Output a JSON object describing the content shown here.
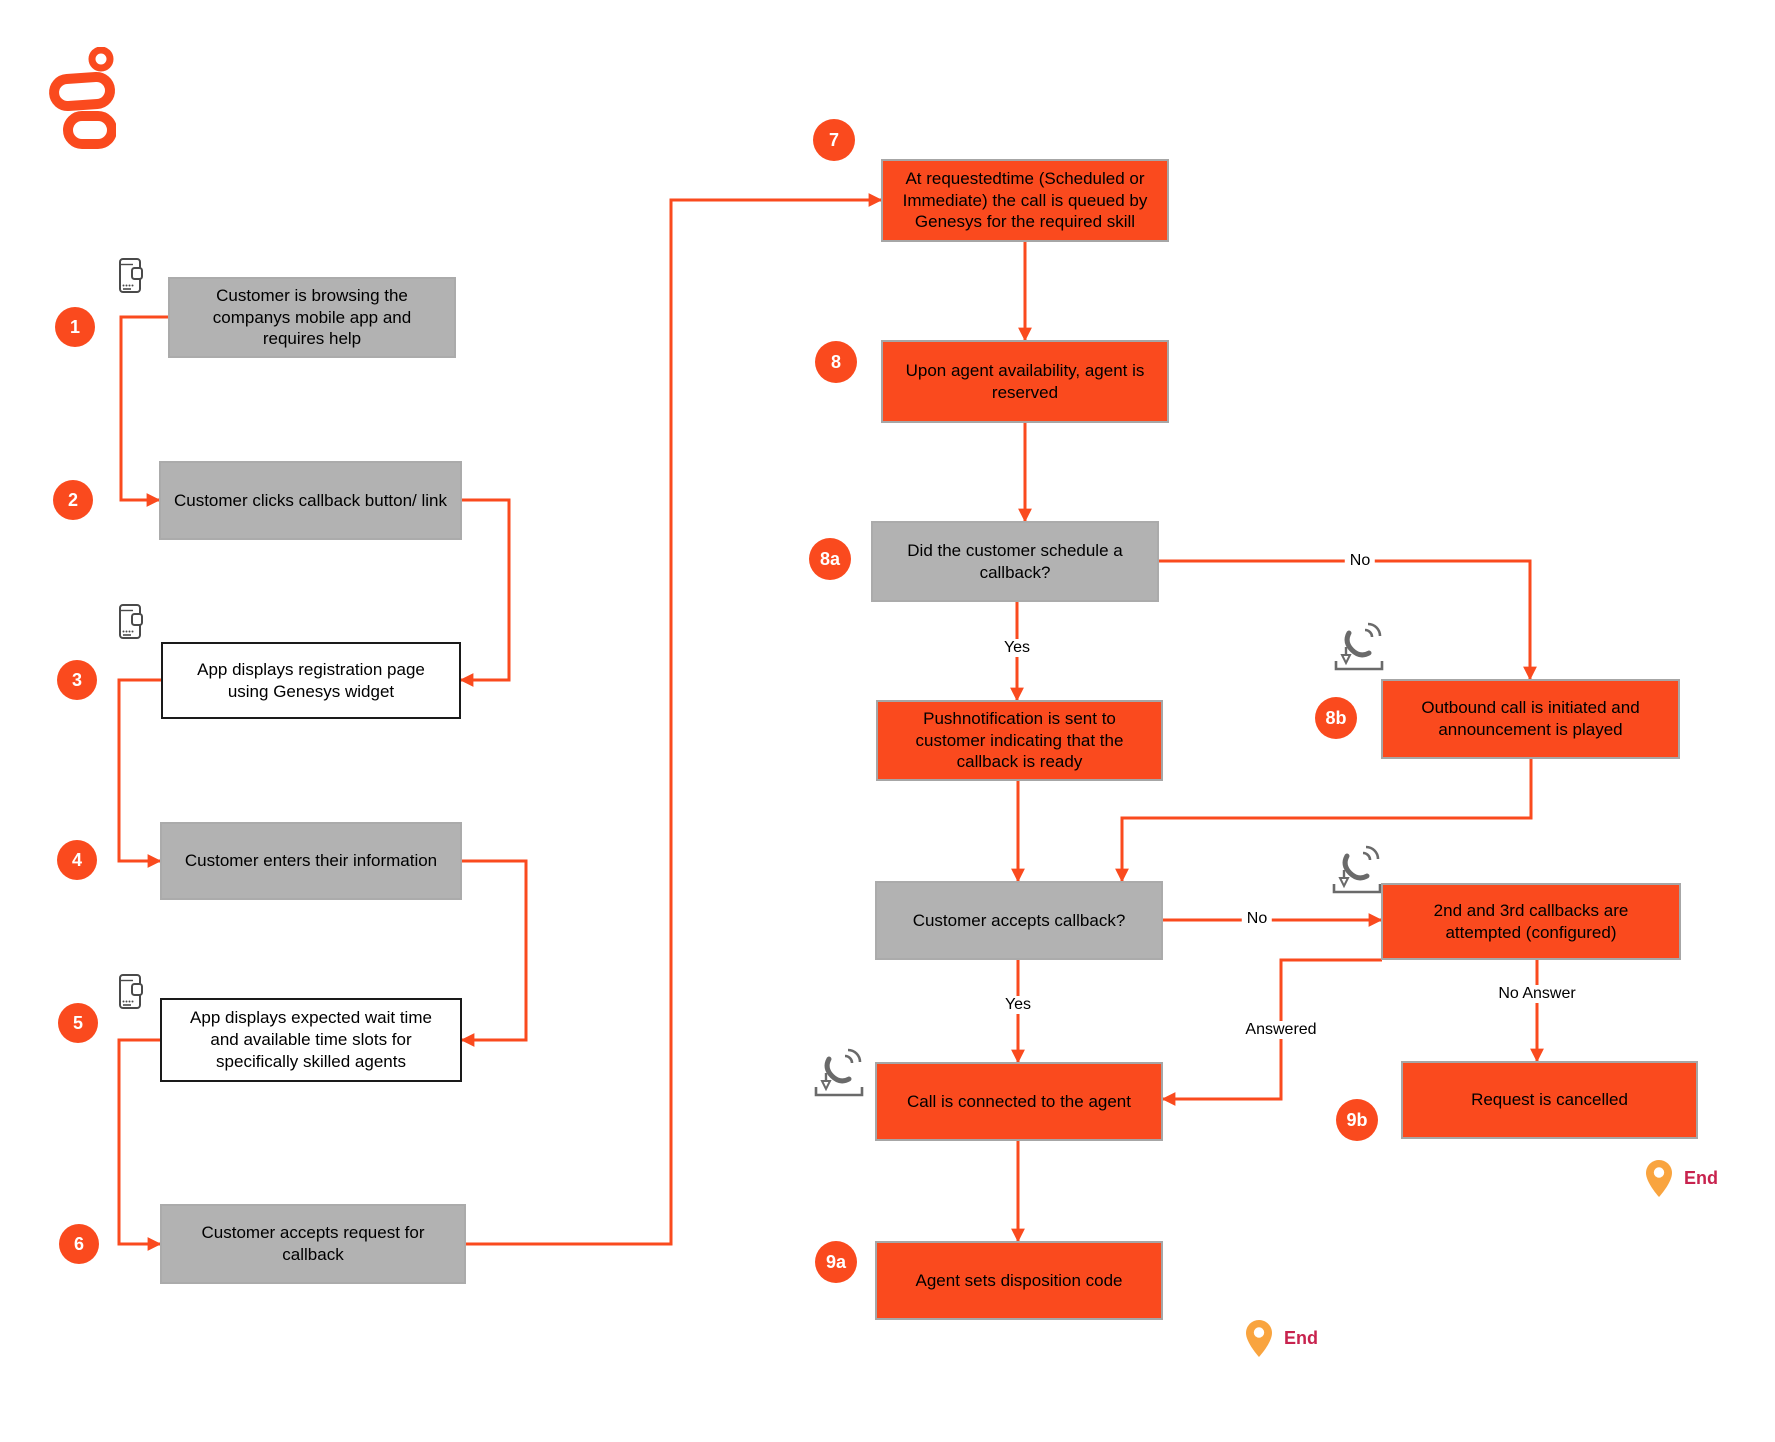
{
  "colors": {
    "accent_orange": "#FA4A1E",
    "gray_node_fill": "#B2B2B2",
    "node_border": "#A6A6A6",
    "white_node_border": "#1A1A1A",
    "end_text": "#C8234E",
    "end_pin": "#F9A43F",
    "icon_gray": "#6A6A6A"
  },
  "brand": {
    "logo_icon": "genesys-logo"
  },
  "nodes": {
    "browse": {
      "badge": "1",
      "label": "Customer is browsing the companys mobile app and requires help"
    },
    "click_callback": {
      "badge": "2",
      "label": "Customer clicks callback button/ link"
    },
    "registration": {
      "badge": "3",
      "label": "App displays registration page using Genesys widget"
    },
    "enter_info": {
      "badge": "4",
      "label": "Customer enters their information"
    },
    "wait_time": {
      "badge": "5",
      "label": "App displays expected wait time and available time slots for specifically skilled agents"
    },
    "accept_request": {
      "badge": "6",
      "label": "Customer accepts request for callback"
    },
    "queued": {
      "badge": "7",
      "label": "At requestedtime (Scheduled or Immediate) the call is queued by Genesys for the required skill"
    },
    "agent_reserved": {
      "badge": "8",
      "label": "Upon agent availability, agent is reserved"
    },
    "schedule_question": {
      "badge": "8a",
      "label": "Did the customer schedule a callback?"
    },
    "push_notification": {
      "label": "Pushnotification is sent to customer indicating that the callback is ready"
    },
    "outbound_call": {
      "badge": "8b",
      "label": "Outbound call is initiated and announcement is played"
    },
    "accepts_callback": {
      "label": "Customer accepts callback?"
    },
    "retry_callbacks": {
      "label": "2nd and 3rd callbacks are attempted (configured)"
    },
    "call_connected": {
      "label": "Call is connected to the agent"
    },
    "disposition": {
      "badge": "9a",
      "label": "Agent sets disposition code"
    },
    "cancelled": {
      "badge": "9b",
      "label": "Request is cancelled"
    }
  },
  "edge_labels": {
    "yes_schedule": "Yes",
    "no_schedule": "No",
    "yes_accept": "Yes",
    "no_accept": "No",
    "answered": "Answered",
    "no_answer": "No Answer"
  },
  "end_markers": [
    {
      "label": "End"
    },
    {
      "label": "End"
    }
  ]
}
